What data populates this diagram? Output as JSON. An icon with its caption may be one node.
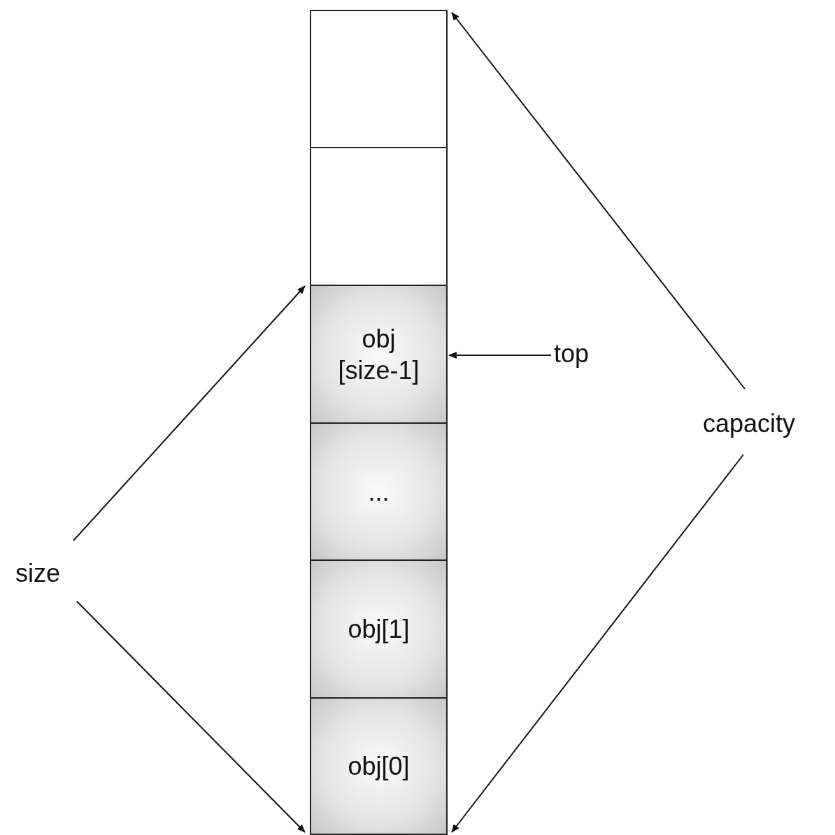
{
  "diagram": {
    "nodes": [
      {
        "text": [],
        "shape": "box"
      },
      {
        "text": [],
        "shape": "box"
      },
      {
        "text": [
          "obj [size-1]"
        ]
      },
      {
        "text": [
          "..."
        ]
      },
      {
        "text": [
          "obj[1]"
        ]
      },
      {
        "text": [
          "obj[0]"
        ]
      },
      {
        "text": [
          "top"
        ]
      }
    ],
    "edges": [
      {
        "from": 6,
        "to": 2,
        "arrow": "to"
      }
    ],
    "labels": [
      "capacity",
      "size"
    ]
  }
}
